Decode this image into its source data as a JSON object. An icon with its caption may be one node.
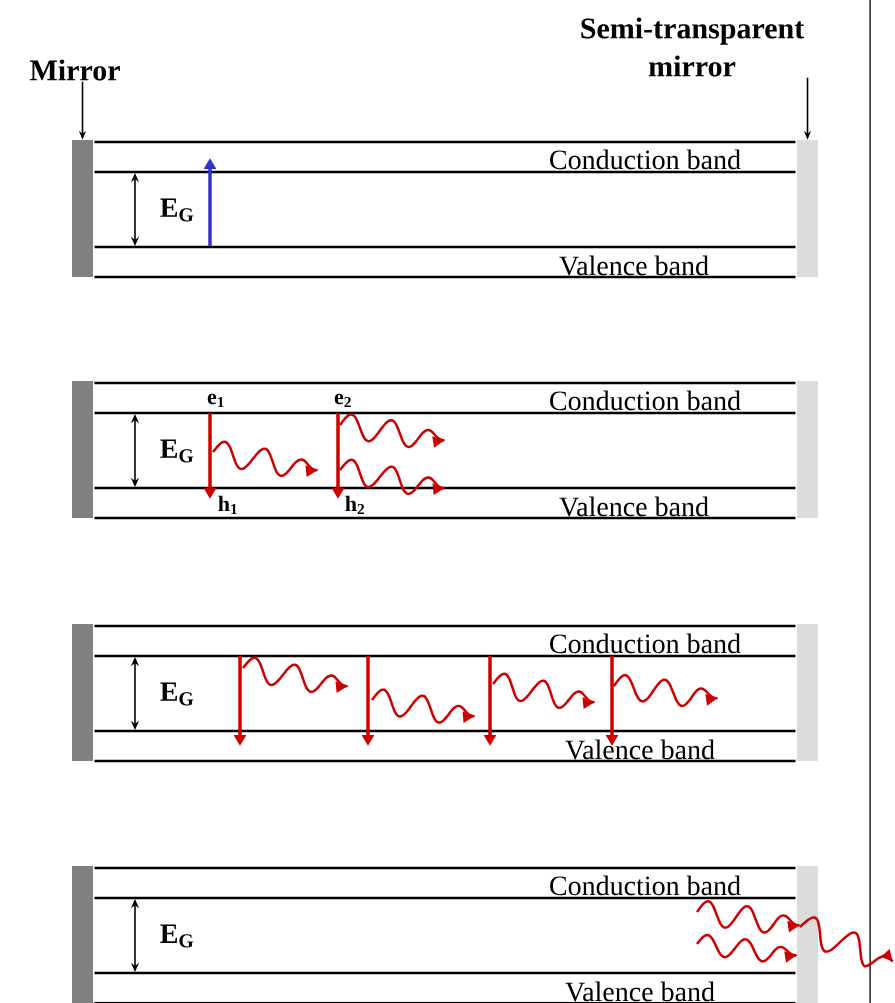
{
  "diagram": {
    "nodes": [
      {
        "text": [
          "Mirror"
        ]
      },
      {
        "text": [
          "Semi-transparent mirror"
        ]
      },
      {
        "text": [],
        "shape": "bar"
      },
      {
        "text": [],
        "shape": "bar"
      },
      {
        "text": [],
        "shape": "bar"
      },
      {
        "text": [],
        "shape": "bar"
      },
      {
        "text": [],
        "shape": "bar"
      },
      {
        "text": [],
        "shape": "bar"
      },
      {
        "text": [],
        "shape": "bar"
      },
      {
        "text": [],
        "shape": "bar"
      }
    ],
    "edges": [
      {
        "from": 0,
        "to": 2,
        "arrow": "to"
      },
      {
        "from": 1,
        "to": 3,
        "arrow": "to"
      }
    ],
    "labels": [
      "Conduction band",
      "E$_{G}$",
      "Valence band",
      "e$_{1}$",
      "e$_{2}$",
      "Conduction band",
      "E$_{G}$",
      "h$_{1}$",
      "h$_{2}$",
      "Valence band",
      "Conduction band",
      "E$_{G}$",
      "Valence band",
      "Conduction band",
      "E$_{G}$",
      "Valence band"
    ]
  }
}
